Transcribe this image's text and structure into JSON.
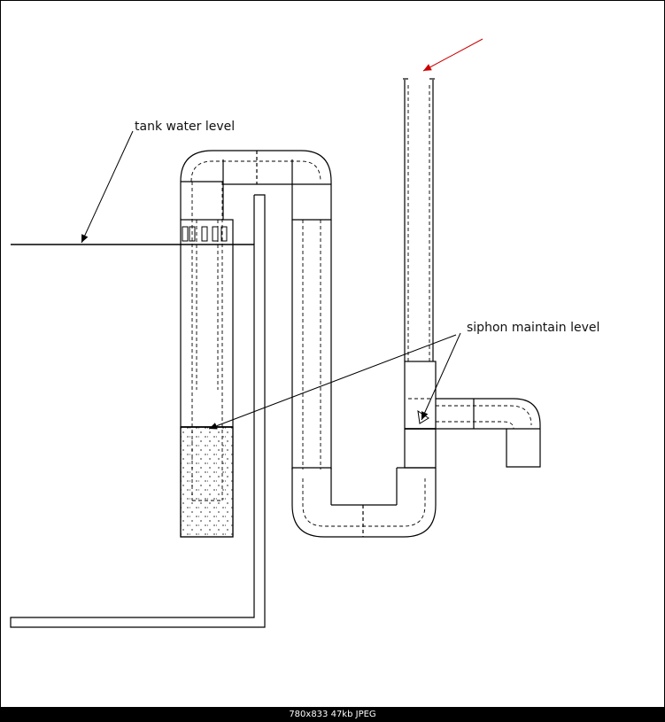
{
  "diagram": {
    "labels": {
      "tank_water_level": "tank water level",
      "siphon_maintain_level": "siphon maintain level"
    },
    "colors": {
      "line": "#000000",
      "arrow_accent": "#cc0000",
      "background": "#ffffff"
    }
  },
  "status_bar": {
    "text": "780x833  47kb  JPEG"
  }
}
